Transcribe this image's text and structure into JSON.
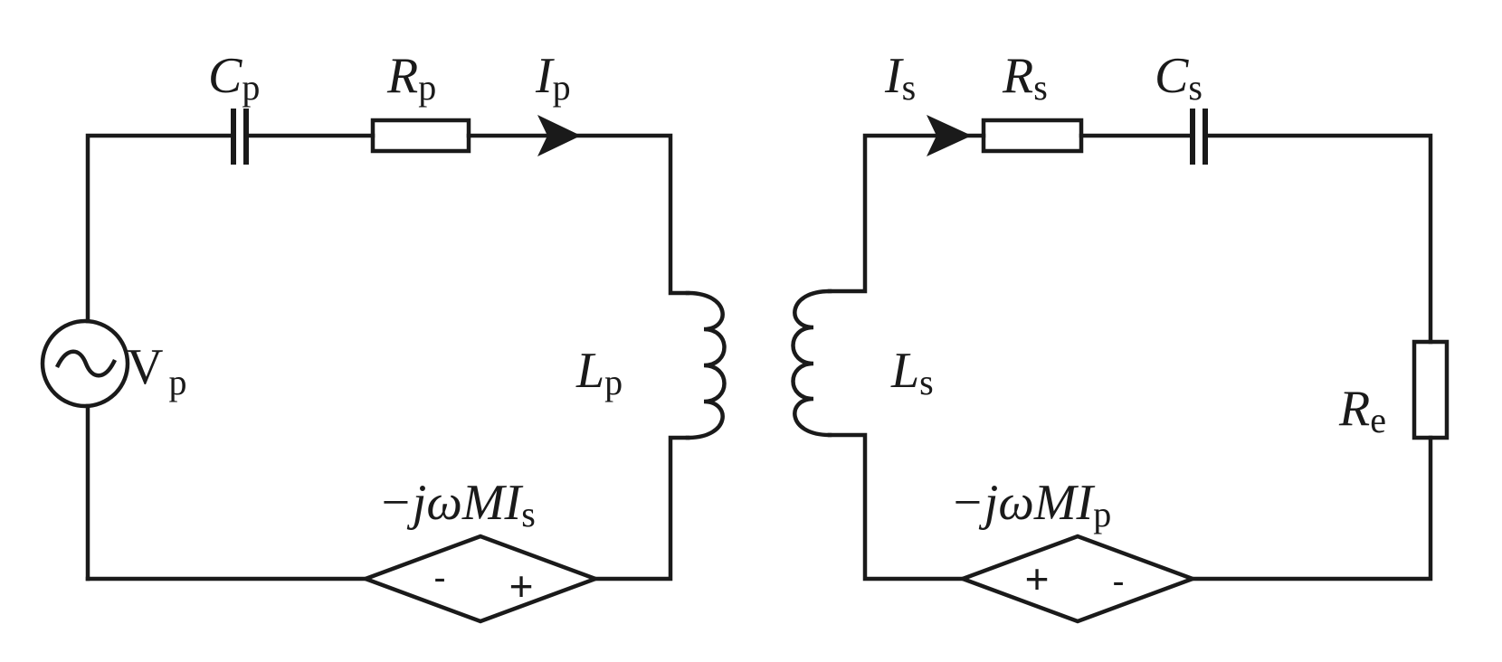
{
  "primary": {
    "capacitor": {
      "main": "C",
      "sub": "p"
    },
    "resistor": {
      "main": "R",
      "sub": "p"
    },
    "current": {
      "main": "I",
      "sub": "p"
    },
    "source": {
      "main": "V",
      "sub": "p"
    },
    "inductor": {
      "main": "L",
      "sub": "p"
    },
    "dependent_source": {
      "label_main": "−jωMI",
      "label_sub": "s",
      "left_sign": "-",
      "right_sign": "+"
    }
  },
  "secondary": {
    "current": {
      "main": "I",
      "sub": "s"
    },
    "resistor": {
      "main": "R",
      "sub": "s"
    },
    "capacitor": {
      "main": "C",
      "sub": "s"
    },
    "inductor": {
      "main": "L",
      "sub": "s"
    },
    "load": {
      "main": "R",
      "sub": "e"
    },
    "dependent_source": {
      "label_main": "−jωMI",
      "label_sub": "p",
      "left_sign": "+",
      "right_sign": "-"
    }
  }
}
